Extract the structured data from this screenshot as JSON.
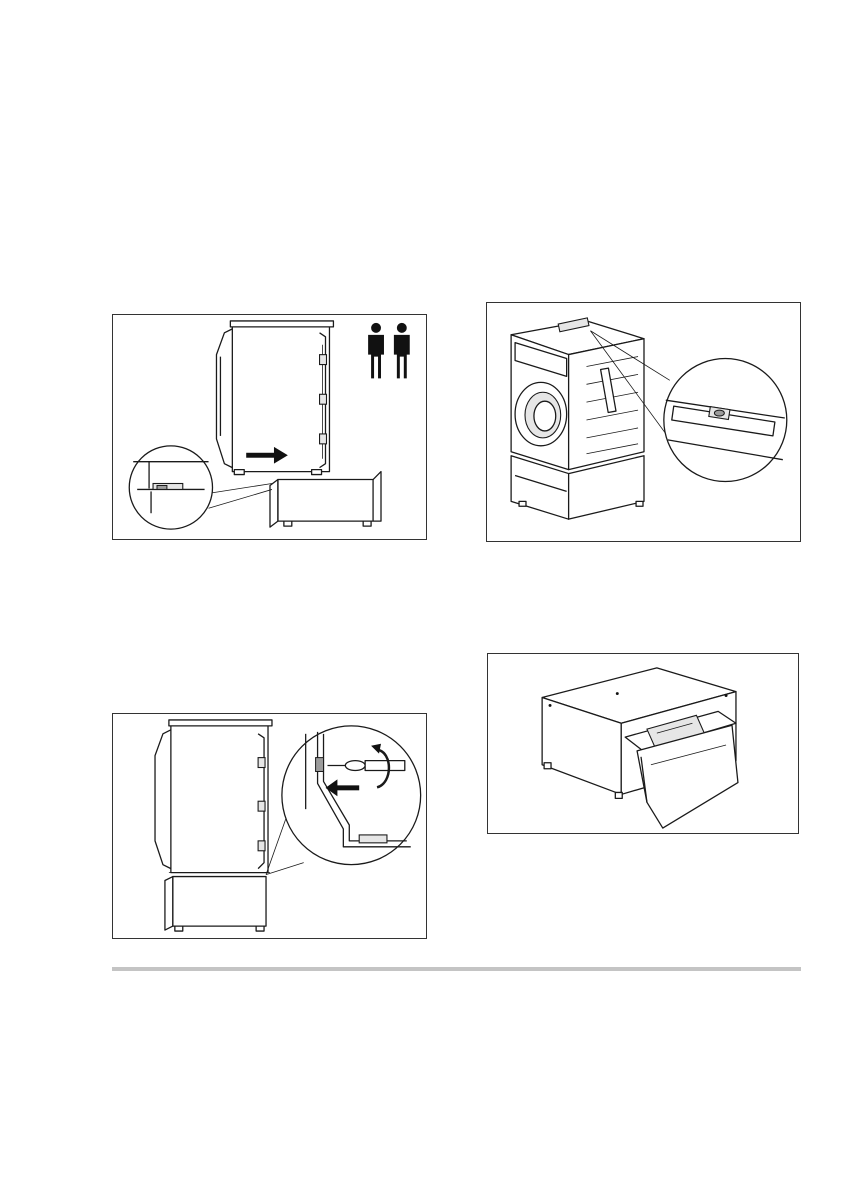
{
  "page": {
    "background": "#ffffff",
    "rule_color": "#c4c4c4"
  },
  "figures": [
    {
      "id": "fig1",
      "depicts": "dryer-sliding-onto-pedestal",
      "icons": [
        "arrow-right-icon",
        "two-persons-icon",
        "magnifier-callout"
      ]
    },
    {
      "id": "fig2",
      "depicts": "appliance-on-pedestal-with-level",
      "icons": [
        "spirit-level-icon",
        "magnifier-callout"
      ]
    },
    {
      "id": "fig3",
      "depicts": "pedestal-with-open-drawer",
      "icons": [
        "drawer-icon"
      ]
    },
    {
      "id": "fig4",
      "depicts": "fixing-bracket-with-screwdriver",
      "icons": [
        "screwdriver-icon",
        "rotate-arrow-icon",
        "arrow-left-icon",
        "magnifier-callout"
      ]
    }
  ]
}
